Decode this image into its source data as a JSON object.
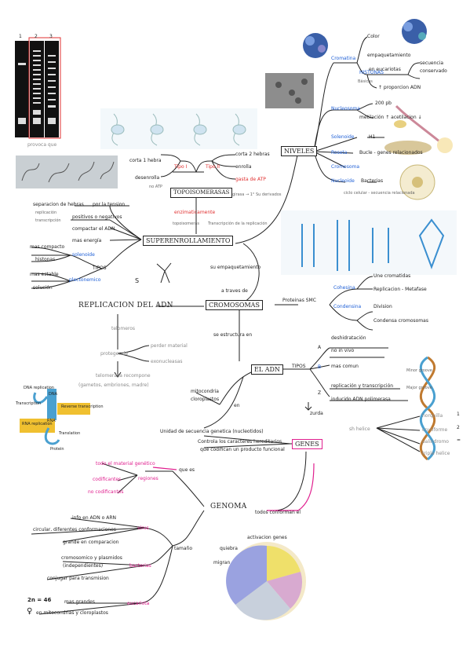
{
  "gel": {
    "lane1": "1",
    "lane2": "2",
    "lane3": "3",
    "caption": "provoca que"
  },
  "topo": {
    "type1": "Tipo I",
    "type2": "Tipo II",
    "t1_a": "corta 1 hebra",
    "t1_b": "desenrolla",
    "t1_c": "no ATP",
    "t2_a": "corta 2 hebras",
    "t2_b": "enrolla",
    "t2_c": "gasta de ATP",
    "t2_d": "girasa → 1° Su derivados",
    "title": "TOPOISOMERASAS",
    "sub": "enzimaticamente",
    "small1": "topoisomeras",
    "small2": "Transcripción de la replicación"
  },
  "superenr": {
    "title": "SUPERENROLLAMIENTO",
    "sep": "separacion de hebras",
    "por": "por la tension",
    "rep": "replicación",
    "trans": "transcripción",
    "pos": "positivos o negativos",
    "comp": "compactar el ADN",
    "mas": "mas energía",
    "compacto": "mas compacto",
    "solen": "solenoide",
    "histonas": "histonas",
    "tipos": "TIPOS",
    "estable": "mas estable",
    "plecto": "plectonemico",
    "solucion": "solución",
    "su": "su empaquetamiento",
    "travs": "a traves de"
  },
  "niveles": {
    "title": "NIVELES",
    "color": "Color",
    "cromatina": "Cromatina",
    "histonas": "HISTONAS",
    "basicas": "Básicas",
    "empaq": "empaquetamiento",
    "euca": "en eucariotas",
    "secuencia": "secuencia",
    "conservado": "conservado",
    "prop": "↑ proporcion ADN",
    "nucleosoma": "Nucleosoma",
    "pb": "200 pb",
    "metil": "metilación ↑ acetilacion ↓",
    "solenoide": "Solenoide",
    "h1": "H1",
    "roseta": "Roseta",
    "bucle": "Bucle - genes relacionados",
    "cromosoma": "Cromosoma",
    "nucleoide": "Nucleoide",
    "bacterias": "Bacterias",
    "small": "ciclo celular - secuencia relacionada"
  },
  "cromosomas": {
    "title": "CROMOSOMAS",
    "smc": "Proteinas SMC",
    "cohesina": "Cohesina",
    "une": "Une cromatidas",
    "replic": "Replicacion - Metafase",
    "condensina": "Condensina",
    "division": "Division",
    "conden": "Condensa cromosomas"
  },
  "replicacion": {
    "title": "REPLICACION DEL ADN",
    "telomeros": "telomeros",
    "proteger": "proteger de",
    "perder": "perder material",
    "exon": "exonucleasas",
    "telom": "telomerasa recompone",
    "telom2": "(gametos, embriones, madre)"
  },
  "adn": {
    "title": "EL ADN",
    "estructura": "se estructura en",
    "tipos": "TIPOS",
    "a": "A",
    "b": "B",
    "z": "Z",
    "a1": "deshidratación",
    "a2": "no in vivo",
    "b1": "mas comun",
    "z1": "replicación y transcripción",
    "z2": "inducido ADN polimerasa",
    "z3": "zurda",
    "mito": "mitocondria",
    "cloro": "cloroplastos",
    "en": "en",
    "minor": "Minor groove",
    "major": "Major groove",
    "horq": "horquilla",
    "cruci": "cruciforme",
    "palin": "palindromo",
    "triple": "triple helice",
    "sh": "sh helice",
    "n1": "1",
    "n2": "2",
    "n3": "="
  },
  "dogma": {
    "dna": "DNA replication",
    "dna2": "DNA",
    "trans": "Transcription",
    "rev": "Reverse transcription",
    "rna": "RNA",
    "rnarep": "RNA replication",
    "transl": "Translation",
    "prot": "Protein"
  },
  "genes": {
    "title": "GENES",
    "unidad": "Unidad de secuencia genetica (nucleotidos)",
    "controla": "Controla los caracteres hereditarios",
    "que": "que codifican un producto funcional"
  },
  "genoma": {
    "title": "GENOMA",
    "todos": "todos conforman el",
    "queEs": "que es",
    "regiones": "regiones",
    "todo": "todo el material genético",
    "cod": "codificantes",
    "nocod": "no codificantes",
    "tamano": "tamaño",
    "virus": "virus",
    "info": "info en ADN o ARN",
    "circ": "circular, diferentes conformaciones",
    "grande": "grande en comparacion",
    "bact": "bacterias",
    "cromos": "cromosomico y plasmidos",
    "indep": "(independientes)",
    "conj": "conjugar para transmision",
    "euc": "eucariota",
    "n": "2n = 46",
    "grandes": "mas grandes",
    "mito": "en mitocondrias y cloroplastos"
  },
  "pie": {
    "act": "activacion genes",
    "quiebra": "quiebra",
    "migran": "migran"
  }
}
